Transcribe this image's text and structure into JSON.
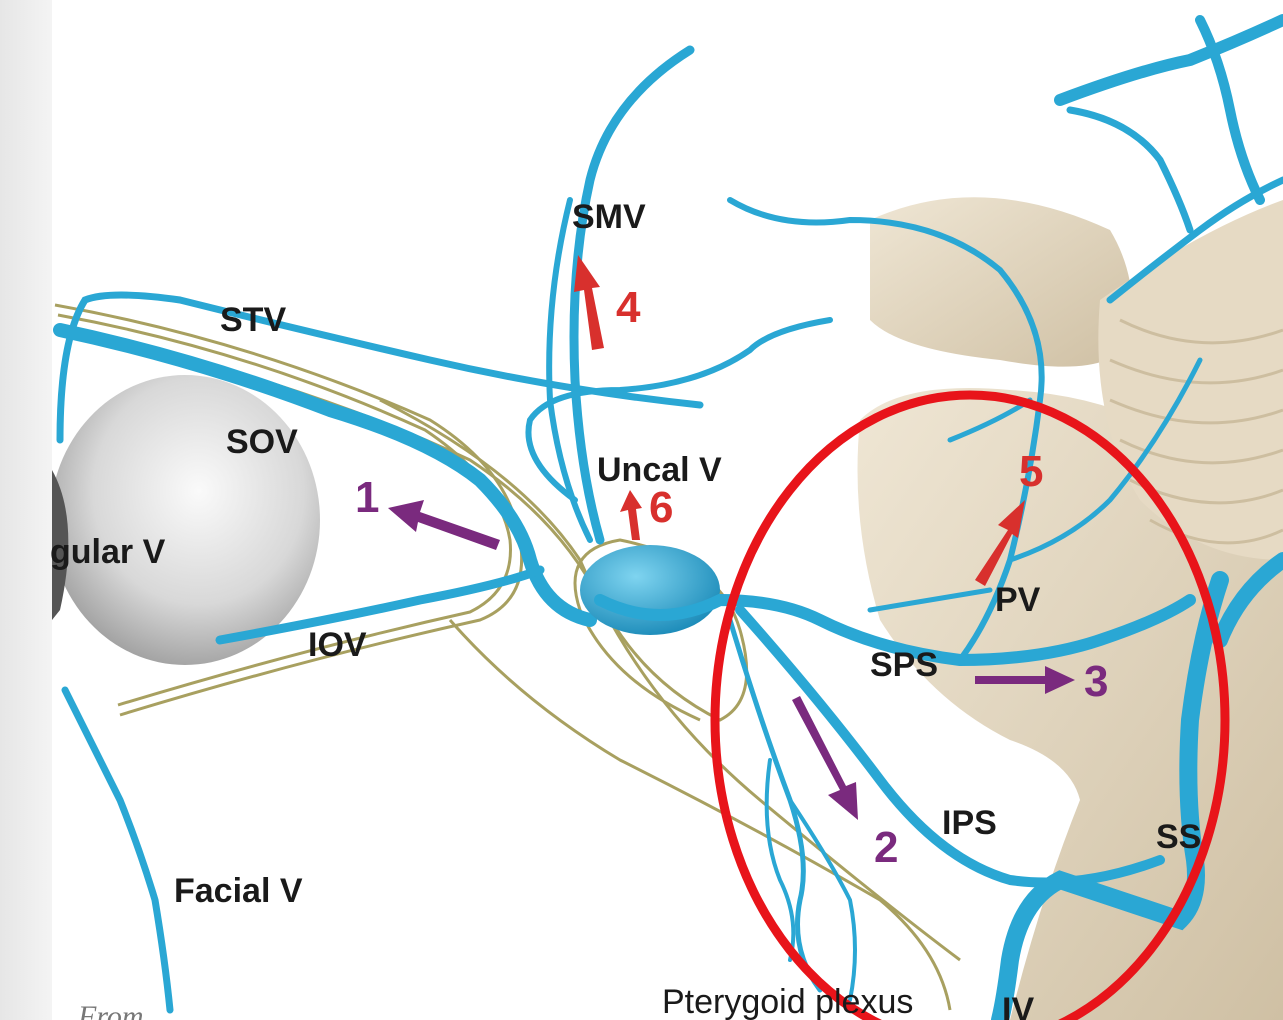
{
  "labels": {
    "smv": "SMV",
    "stv": "STV",
    "sov": "SOV",
    "jugular": "gular V",
    "iov": "IOV",
    "uncal": "Uncal V",
    "facial": "Facial V",
    "pv": "PV",
    "sps": "SPS",
    "ips": "IPS",
    "ss": "SS",
    "pterygoid": "Pterygoid plexus",
    "iv": "IV"
  },
  "numbers": {
    "n1": "1",
    "n2": "2",
    "n3": "3",
    "n4": "4",
    "n5": "5",
    "n6": "6"
  },
  "source_text": "From",
  "colors": {
    "vein": "#2aa7d4",
    "nerve": "#a8a060",
    "brain": "#ddd0b8",
    "eyeball": "#d9d9d9",
    "purple_arrow": "#7a2a7e",
    "red_arrow": "#d8302d",
    "highlight_ellipse": "#e8141a"
  }
}
